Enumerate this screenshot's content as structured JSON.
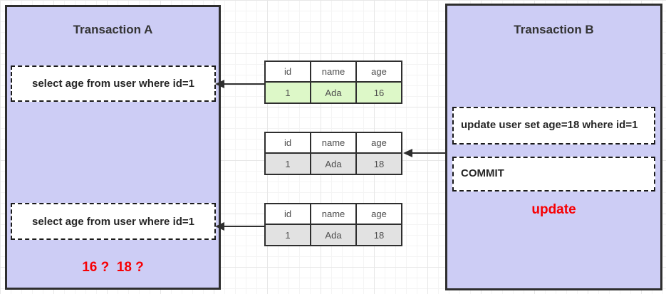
{
  "colors": {
    "panel_bg": "#cdcdf5",
    "panel_border": "#2e2e2e",
    "row_initial_green": "#ddf8c8",
    "row_updated_gray": "#e2e2e2",
    "annotation_red": "#f70004",
    "grid_minor": "#f4f4f4",
    "grid_major": "#e7e7e7"
  },
  "transaction_a": {
    "title": "Transaction A",
    "query1": "select age from user where id=1",
    "query2": "select age from user where id=1",
    "result_question": "16 ?  18 ?"
  },
  "transaction_b": {
    "title": "Transaction B",
    "update_statement": "update user set age=18 where id=1",
    "commit_statement": "COMMIT",
    "action_label": "update"
  },
  "tables": [
    {
      "state": "initial",
      "headers": [
        "id",
        "name",
        "age"
      ],
      "row": [
        "1",
        "Ada",
        "16"
      ]
    },
    {
      "state": "updated-uncommitted-view",
      "headers": [
        "id",
        "name",
        "age"
      ],
      "row": [
        "1",
        "Ada",
        "18"
      ]
    },
    {
      "state": "updated-committed-view",
      "headers": [
        "id",
        "name",
        "age"
      ],
      "row": [
        "1",
        "Ada",
        "18"
      ]
    }
  ]
}
